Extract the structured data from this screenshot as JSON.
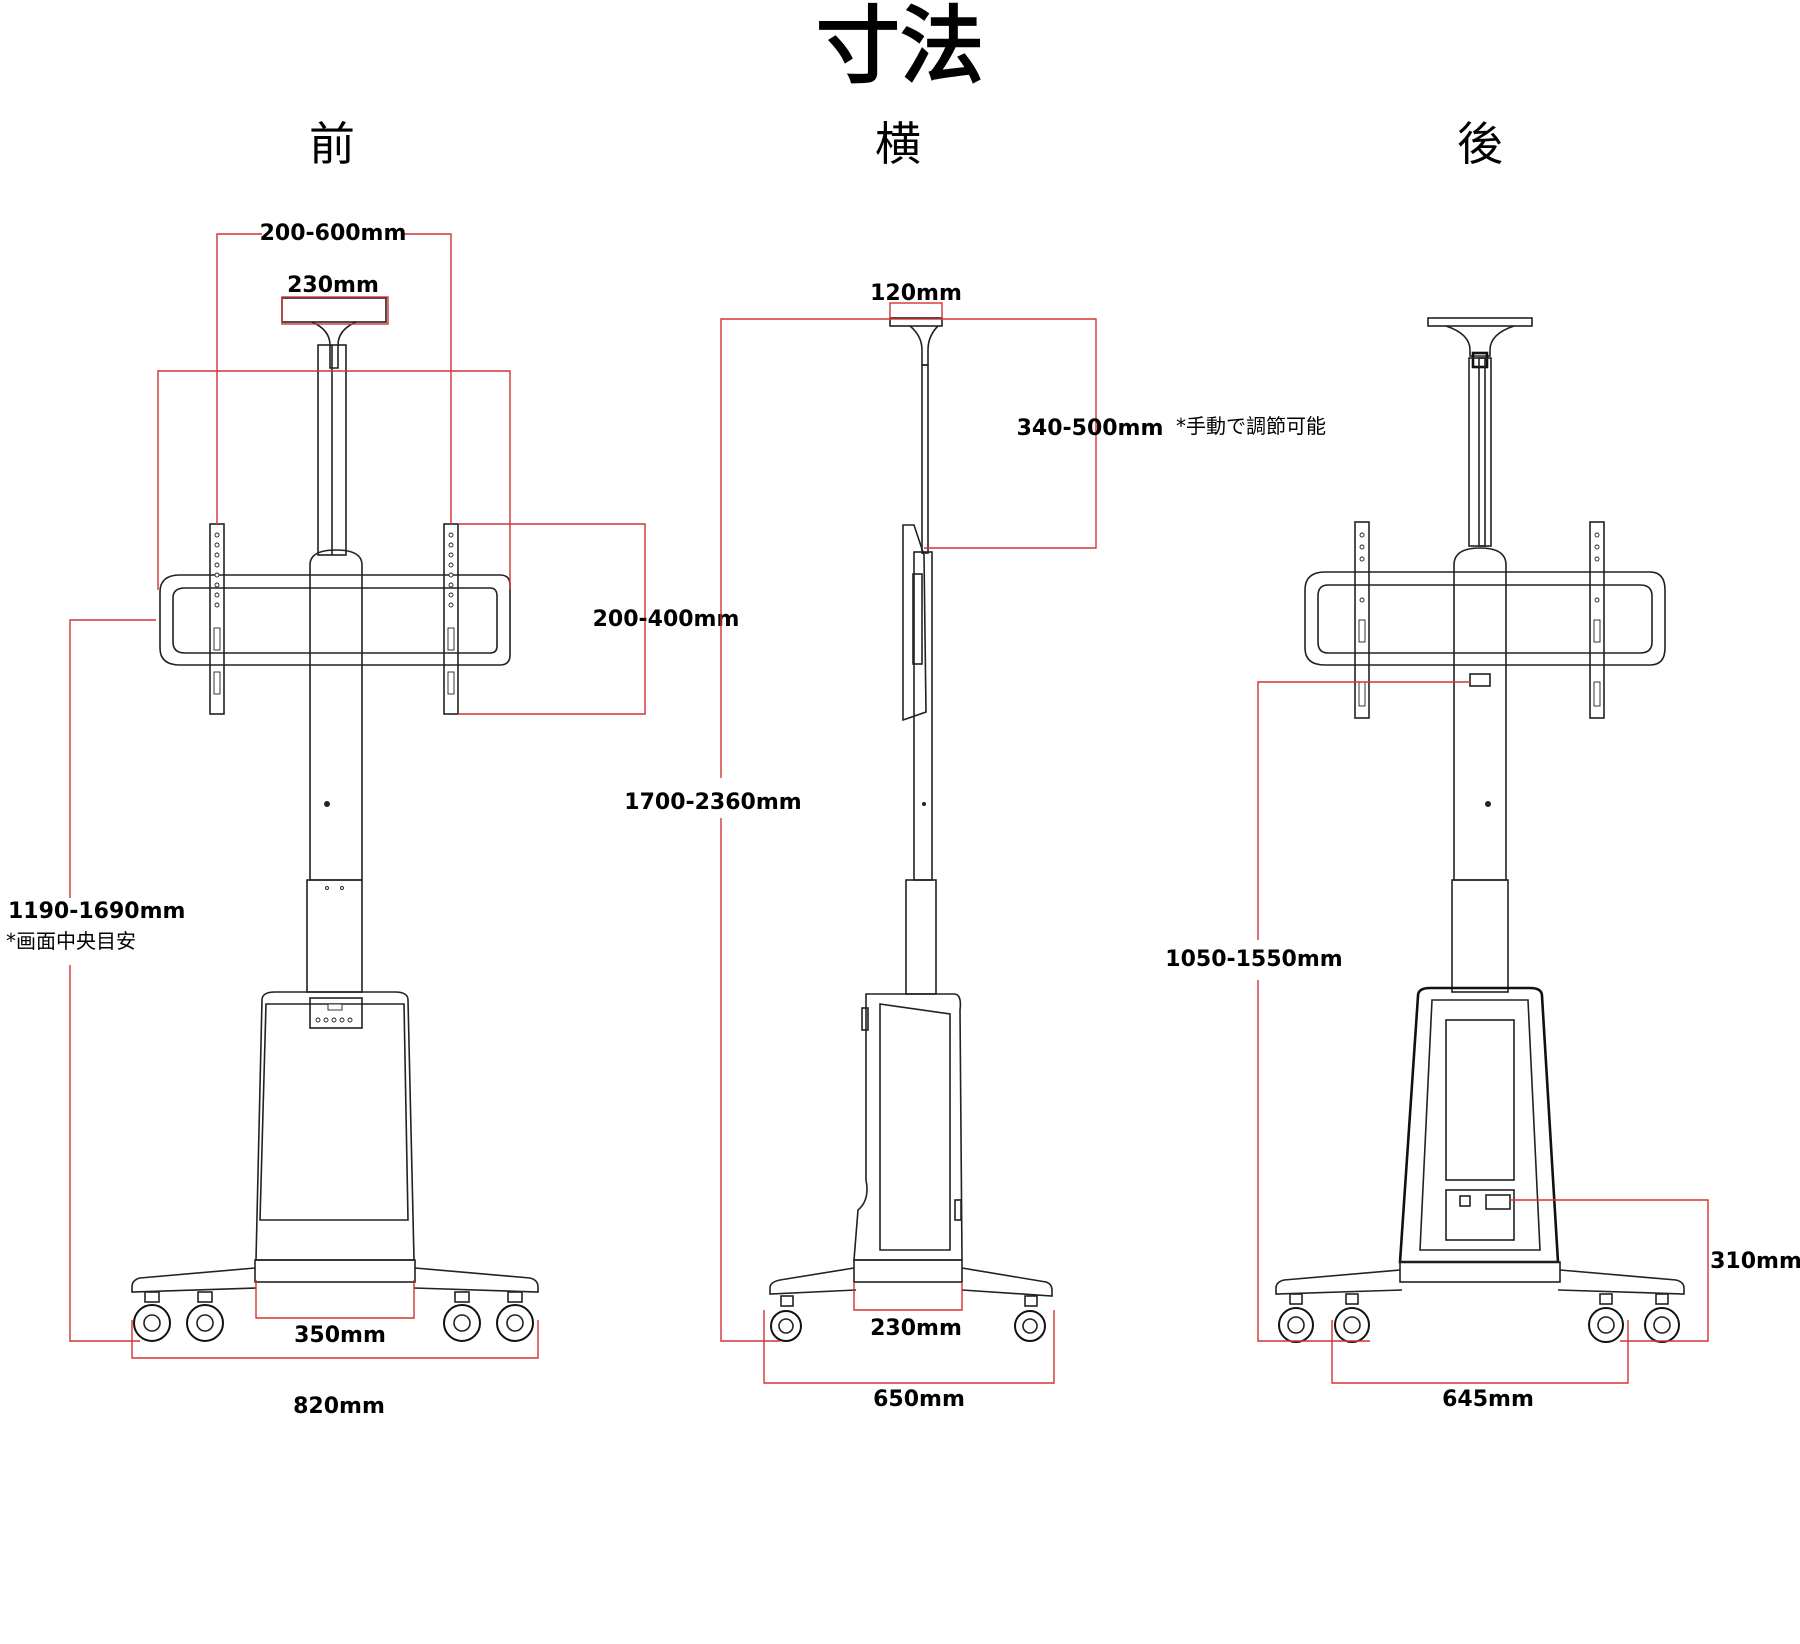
{
  "title": "寸法",
  "views": {
    "front": "前",
    "side": "横",
    "back": "後"
  },
  "front": {
    "vesa_width": "200-600mm",
    "plate_width": "230mm",
    "vesa_height": "200-400mm",
    "center_height": "1190-1690mm",
    "center_note": "*画面中央目安",
    "base_inner": "350mm",
    "base_width": "820mm"
  },
  "side": {
    "plate_depth": "120mm",
    "tilt_range": "340-500mm",
    "adjust_note": "*手動で調節可能",
    "total_height": "1700-2360mm",
    "base_inner": "230mm",
    "base_depth": "650mm"
  },
  "back": {
    "outlet_height": "1050-1550mm",
    "panel_height": "310mm",
    "base_width": "645mm"
  },
  "colors": {
    "dimension_line": "#d23434",
    "drawing_line": "#222222"
  }
}
